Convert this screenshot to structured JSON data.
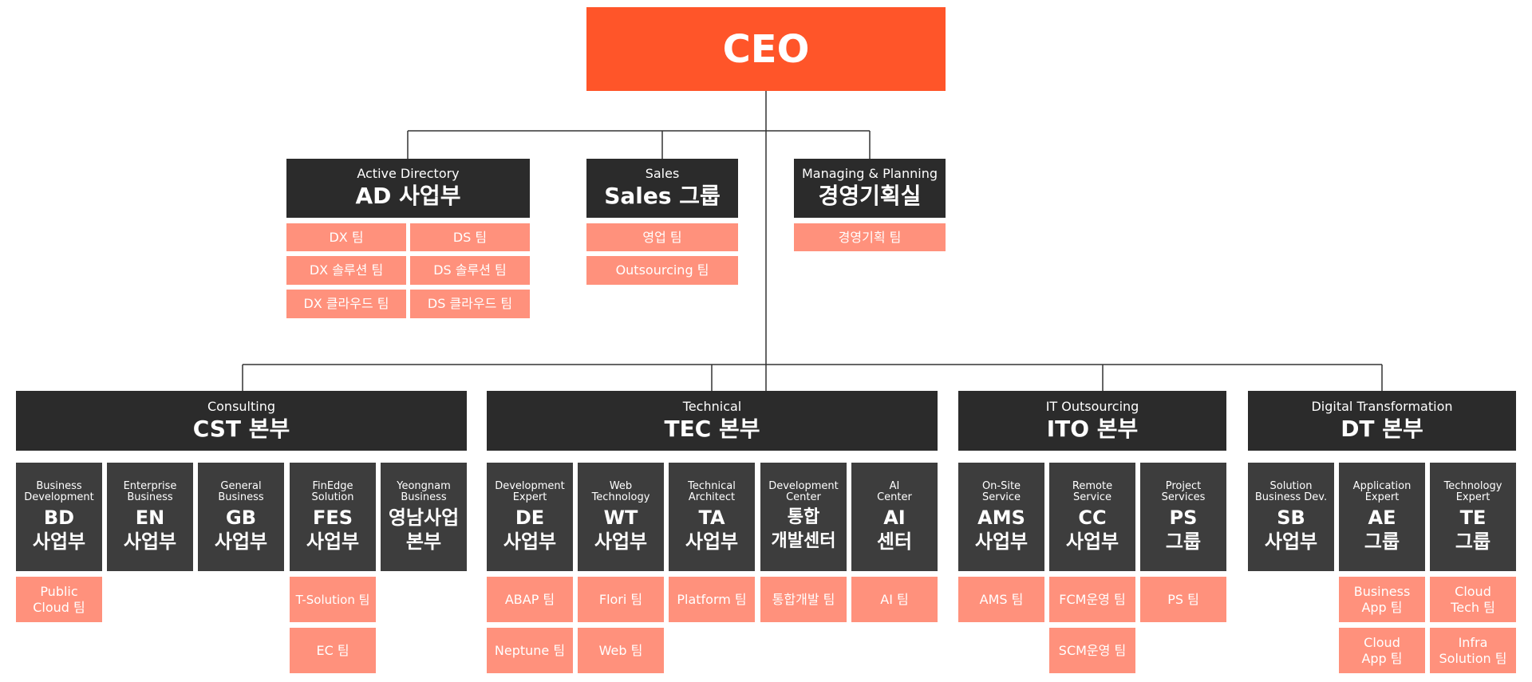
{
  "ceo": "CEO",
  "ad": {
    "sub": "Active Directory",
    "title": "AD 사업부",
    "teams": [
      "DX 팀",
      "DS 팀",
      "DX 솔루션 팀",
      "DS 솔루션 팀",
      "DX 클라우드 팀",
      "DS 클라우드 팀"
    ]
  },
  "sales": {
    "sub": "Sales",
    "title": "Sales 그룹",
    "teams": [
      "영업 팀",
      "Outsourcing 팀"
    ]
  },
  "mp": {
    "sub": "Managing & Planning",
    "title": "경영기획실",
    "teams": [
      "경영기획 팀"
    ]
  },
  "cst": {
    "sub": "Consulting",
    "title": "CST 본부",
    "units": [
      {
        "sub": "Business\nDevelopment",
        "title": "BD\n사업부",
        "teams": [
          "Public\nCloud 팀"
        ]
      },
      {
        "sub": "Enterprise\nBusiness",
        "title": "EN\n사업부",
        "teams": []
      },
      {
        "sub": "General\nBusiness",
        "title": "GB\n사업부",
        "teams": []
      },
      {
        "sub": "FinEdge\nSolution",
        "title": "FES\n사업부",
        "teams": [
          "T-Solution 팀",
          "EC 팀"
        ]
      },
      {
        "sub": "Yeongnam\nBusiness",
        "title": "영남사업\n본부",
        "teams": []
      }
    ]
  },
  "tec": {
    "sub": "Technical",
    "title": "TEC 본부",
    "units": [
      {
        "sub": "Development\nExpert",
        "title": "DE\n사업부",
        "teams": [
          "ABAP 팀",
          "Neptune 팀"
        ]
      },
      {
        "sub": "Web\nTechnology",
        "title": "WT\n사업부",
        "teams": [
          "Flori 팀",
          "Web 팀"
        ]
      },
      {
        "sub": "Technical\nArchitect",
        "title": "TA\n사업부",
        "teams": [
          "Platform 팀"
        ]
      },
      {
        "sub": "Development\nCenter",
        "title": "통합\n개발센터",
        "teams": [
          "통합개발 팀"
        ]
      },
      {
        "sub": "AI\nCenter",
        "title": "AI\n센터",
        "teams": [
          "AI 팀"
        ]
      }
    ]
  },
  "ito": {
    "sub": "IT Outsourcing",
    "title": "ITO 본부",
    "units": [
      {
        "sub": "On-Site\nService",
        "title": "AMS\n사업부",
        "teams": [
          "AMS 팀"
        ]
      },
      {
        "sub": "Remote\nService",
        "title": "CC\n사업부",
        "teams": [
          "FCM운영 팀",
          "SCM운영 팀"
        ]
      },
      {
        "sub": "Project\nServices",
        "title": "PS\n그룹",
        "teams": [
          "PS 팀"
        ]
      }
    ]
  },
  "dt": {
    "sub": "Digital Transformation",
    "title": "DT 본부",
    "units": [
      {
        "sub": "Solution\nBusiness Dev.",
        "title": "SB\n사업부",
        "teams": []
      },
      {
        "sub": "Application\nExpert",
        "title": "AE\n그룹",
        "teams": [
          "Business\nApp 팀",
          "Cloud\nApp 팀"
        ]
      },
      {
        "sub": "Technology\nExpert",
        "title": "TE\n그룹",
        "teams": [
          "Cloud\nTech 팀",
          "Infra\nSolution 팀"
        ]
      }
    ]
  }
}
